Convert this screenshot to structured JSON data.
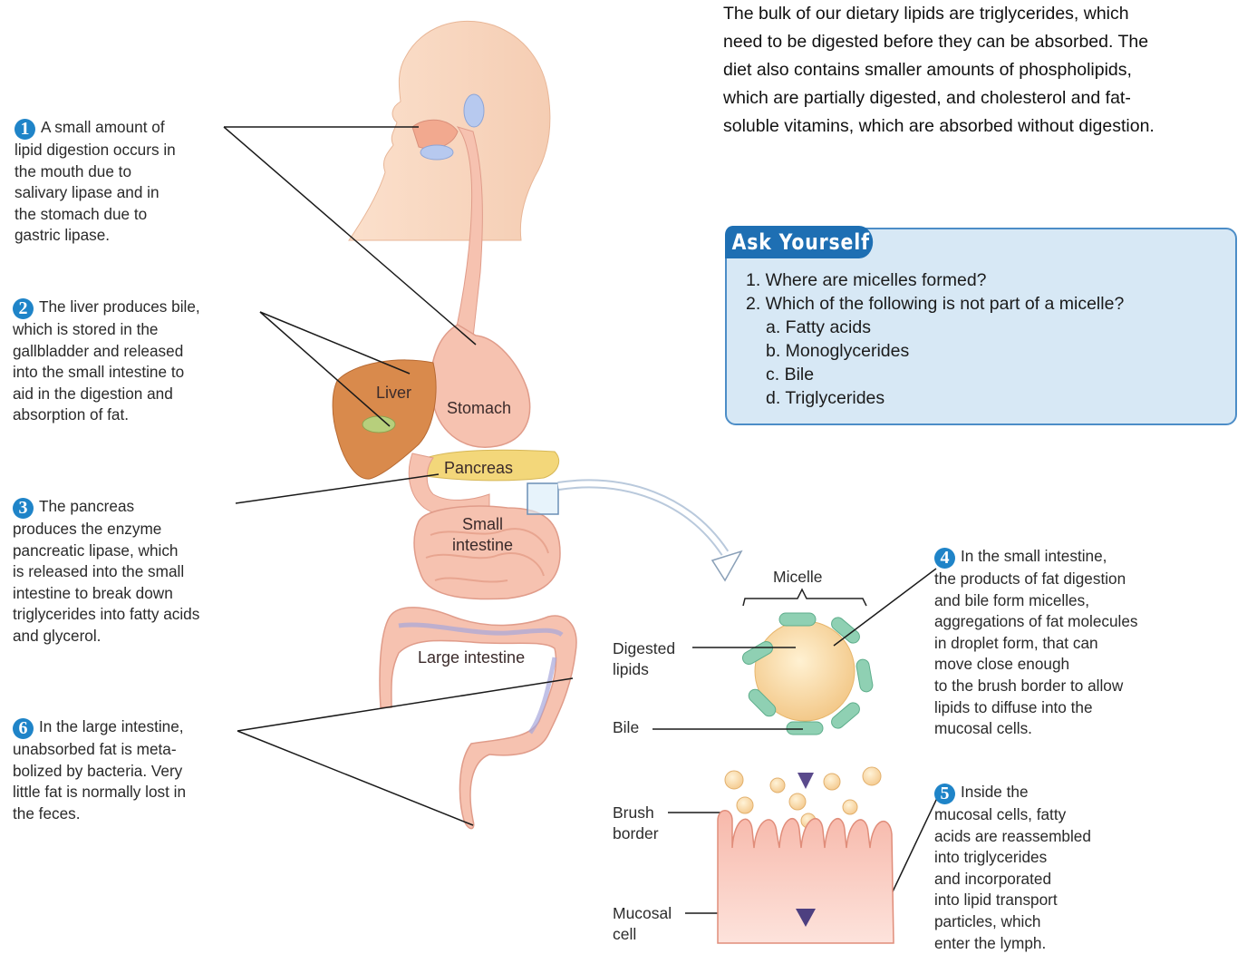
{
  "intro": "The bulk of our dietary lipids are triglycerides, which\nneed to be digested before they can be absorbed. The\ndiet also contains smaller amounts of phospholipids,\nwhich are partially digested, and cholesterol and fat-\nsoluble vitamins, which are absorbed without digestion.",
  "steps": [
    {
      "num": "1",
      "text": "A small amount of\nlipid digestion occurs in\nthe mouth due to\nsalivary lipase and in\nthe stomach due to\ngastric lipase."
    },
    {
      "num": "2",
      "text": "The liver produces bile,\nwhich is stored in the\ngallbladder and released\ninto the small intestine to\naid in the digestion and\nabsorption of fat."
    },
    {
      "num": "3",
      "text": "The pancreas\nproduces the enzyme\npancreatic lipase, which\nis released into the small\nintestine to break down\ntriglycerides into fatty acids\nand glycerol."
    },
    {
      "num": "4",
      "text": "In the small intestine,\nthe products of fat digestion\nand bile form micelles,\naggregations of fat molecules\nin droplet form, that can\nmove close enough\nto the brush border to allow\nlipids to diffuse into the\nmucosal cells."
    },
    {
      "num": "5",
      "text": "Inside the\nmucosal cells, fatty\nacids are reassembled\ninto triglycerides\nand incorporated\ninto lipid transport\nparticles, which\nenter the lymph."
    },
    {
      "num": "6",
      "text": "In the large intestine,\nunabsorbed fat is meta-\nbolized by bacteria. Very\nlittle fat is normally lost in\nthe feces."
    }
  ],
  "ask": {
    "title": "Ask Yourself",
    "questions": [
      "1. Where are micelles formed?",
      "2. Which of the following is not part of a micelle?"
    ],
    "options": [
      "a. Fatty acids",
      "b. Monoglycerides",
      "c. Bile",
      "d. Triglycerides"
    ]
  },
  "organs": {
    "liver": "Liver",
    "stomach": "Stomach",
    "pancreas": "Pancreas",
    "small_intestine": "Small\nintestine",
    "large_intestine": "Large intestine"
  },
  "detail": {
    "micelle": "Micelle",
    "digested_lipids": "Digested\nlipids",
    "bile": "Bile",
    "brush_border": "Brush\nborder",
    "mucosal_cell": "Mucosal\ncell"
  },
  "colors": {
    "step_badge": "#1f84c8",
    "ask_header": "#1e6fb3",
    "ask_fill": "#d7e8f5",
    "tract": "#f6c2b0",
    "liver": "#d98a4c",
    "pancreas": "#f3d77a",
    "micelle_core": "#f8d39a",
    "bile_salt": "#8fd0b3"
  }
}
